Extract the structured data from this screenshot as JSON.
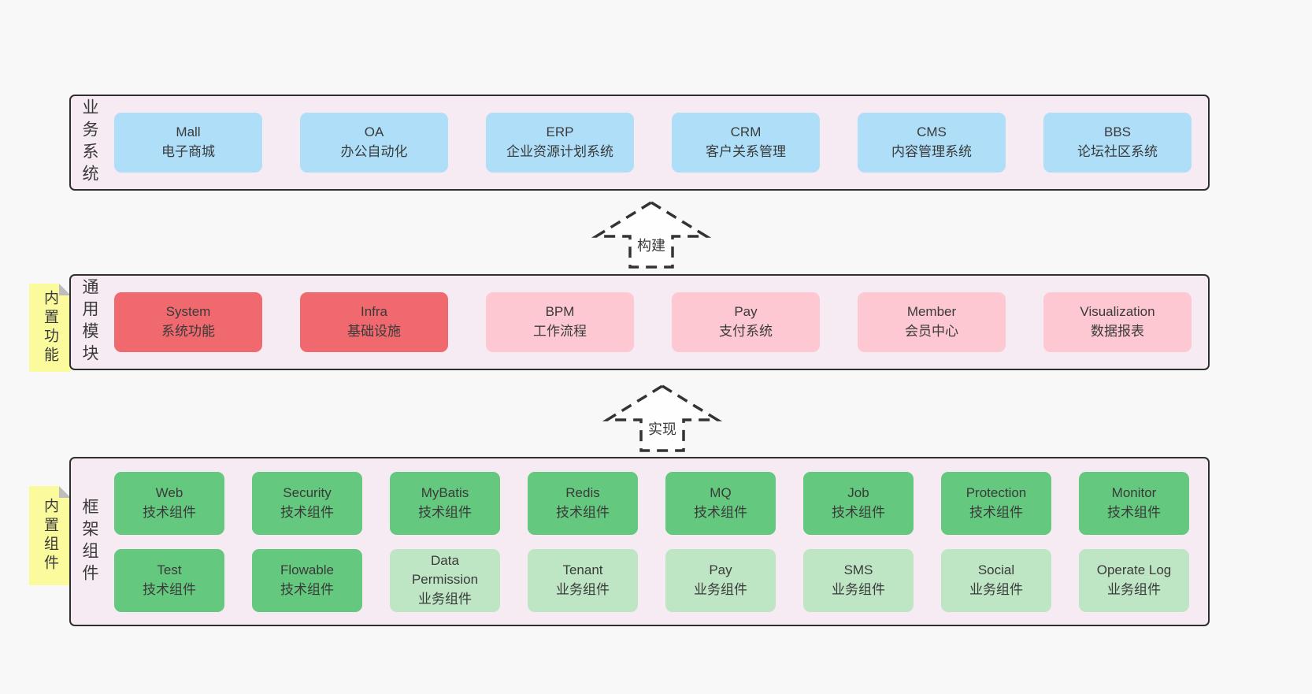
{
  "colors": {
    "page_bg": "#f8f8f8",
    "container_bg": "#f7ebf3",
    "container_border": "#2f2f2f",
    "blue_box": "#aedef8",
    "red_box": "#f0696f",
    "pink_box": "#fdc8d2",
    "green_box": "#64c87e",
    "light_green_box": "#bee6c5",
    "tab_yellow": "#fbfa9d",
    "text": "#3a3a3a"
  },
  "arrows": [
    {
      "label": "构建"
    },
    {
      "label": "实现"
    }
  ],
  "sections": [
    {
      "label": "业务系统",
      "boxes": [
        {
          "title": "Mall",
          "subtitle": "电子商城"
        },
        {
          "title": "OA",
          "subtitle": "办公自动化"
        },
        {
          "title": "ERP",
          "subtitle": "企业资源计划系统"
        },
        {
          "title": "CRM",
          "subtitle": "客户关系管理"
        },
        {
          "title": "CMS",
          "subtitle": "内容管理系统"
        },
        {
          "title": "BBS",
          "subtitle": "论坛社区系统"
        }
      ]
    },
    {
      "label": "通用模块",
      "tab": "内置功能",
      "boxes": [
        {
          "title": "System",
          "subtitle": "系统功能"
        },
        {
          "title": "Infra",
          "subtitle": "基础设施"
        },
        {
          "title": "BPM",
          "subtitle": "工作流程"
        },
        {
          "title": "Pay",
          "subtitle": "支付系统"
        },
        {
          "title": "Member",
          "subtitle": "会员中心"
        },
        {
          "title": "Visualization",
          "subtitle": "数据报表"
        }
      ]
    },
    {
      "label": "框架组件",
      "tab": "内置组件",
      "rows": [
        [
          {
            "title": "Web",
            "subtitle": "技术组件"
          },
          {
            "title": "Security",
            "subtitle": "技术组件"
          },
          {
            "title": "MyBatis",
            "subtitle": "技术组件"
          },
          {
            "title": "Redis",
            "subtitle": "技术组件"
          },
          {
            "title": "MQ",
            "subtitle": "技术组件"
          },
          {
            "title": "Job",
            "subtitle": "技术组件"
          },
          {
            "title": "Protection",
            "subtitle": "技术组件"
          },
          {
            "title": "Monitor",
            "subtitle": "技术组件"
          }
        ],
        [
          {
            "title": "Test",
            "subtitle": "技术组件"
          },
          {
            "title": "Flowable",
            "subtitle": "技术组件"
          },
          {
            "title": "Data Permission",
            "subtitle": "业务组件"
          },
          {
            "title": "Tenant",
            "subtitle": "业务组件"
          },
          {
            "title": "Pay",
            "subtitle": "业务组件"
          },
          {
            "title": "SMS",
            "subtitle": "业务组件"
          },
          {
            "title": "Social",
            "subtitle": "业务组件"
          },
          {
            "title": "Operate Log",
            "subtitle": "业务组件"
          }
        ]
      ]
    }
  ]
}
